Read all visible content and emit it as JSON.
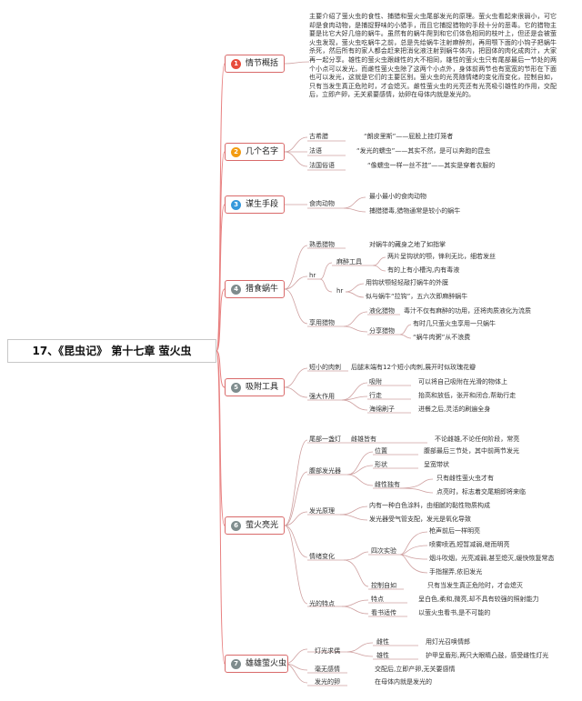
{
  "root": "17、《昆虫记》 第十七章 萤火虫",
  "topics": [
    {
      "num": "1",
      "color": "#e74c3c",
      "label": "情节概括"
    },
    {
      "num": "2",
      "color": "#f39c12",
      "label": "几个名字"
    },
    {
      "num": "3",
      "color": "#3498db",
      "label": "谋生手段"
    },
    {
      "num": "4",
      "color": "#7f8c8d",
      "label": "猎食蜗牛"
    },
    {
      "num": "5",
      "color": "#7f8c8d",
      "label": "吸附工具"
    },
    {
      "num": "6",
      "color": "#7f8c8d",
      "label": "萤火亮光"
    },
    {
      "num": "7",
      "color": "#7f8c8d",
      "label": "雄雄萤火虫"
    }
  ],
  "summary": "主要介绍了萤火虫的食性、捕猎和萤火虫尾部发光的原理。萤火虫看起来很弱小，可它却是食肉动物，是捕捉野味的小猎手，而且它捕捉猎物的手段十分的恶毒。它的猎物主要是比它大好几倍的蜗牛。虽然有的蜗牛爬到和它们体色相同的枝叶上，但还是会被萤火虫发现，萤火虫吃蜗牛之前，总是先给蜗牛注射麻醉剂，再用颚下面的小钩子把蜗牛杀死，然后所有的家人都会赶来把消化液注射到蜗牛体内，把固体的肉化成肉汁，大家再一起分享。雄性的萤火虫跟雌性的大不相同，雄性的萤火虫只有尾部最后一节处的两个小点可以发光，而雌性萤火虫除了这两个小点外，身体前两节也有宽宽的节形在下面也可以发光，这就是它们的主要区别。萤火虫的光亮随情绪的变化而变化，控制自如，只有当发生真正危险时，才会熄灭。雌性萤火虫的光亮还有光亮吸引雄性的作用，交配后，立即产卵，无关紧要感情，幼卵在母体内就是发光的。",
  "names": [
    {
      "k": "古希腊",
      "v": "“朗皮里斯”——屁股上挂灯笼者"
    },
    {
      "k": "法语",
      "v": "“发光的蠕虫”——其实不然，是可以奔跑的昆虫"
    },
    {
      "k": "法国俗语",
      "v": "“像蠕虫一样一丝不挂”——其实是穿着衣服的"
    }
  ],
  "living": {
    "k": "食肉动物",
    "items": [
      "最小最小的食肉动物",
      "捕猎猎毒,猎物通常是较小的蜗牛"
    ]
  },
  "hunting": {
    "prey_k": "熟悉猎物",
    "prey_v": "对蜗牛的藏身之地了如指掌",
    "hr": "hr",
    "hr2": "hr",
    "tool_k": "麻醉工具",
    "tool_items": [
      "两片呈钩状的颚，锋利无比，细若发丝",
      "有的上有小槽沟,内有毒液"
    ],
    "hr_items": [
      "用钩状颚轻轻敲打蜗牛的外膜",
      "似与蜗牛“拉钩”，五六次即麻醉蜗牛"
    ],
    "share_k": "享用猎物",
    "liquefy_k": "液化猎物",
    "liquefy_v": "毒汁不仅有麻醉的功用，还将肉质液化为流质",
    "divide_k": "分享猎物",
    "divide_items": [
      "有时几只萤火虫享用一只蜗牛",
      "“蜗牛肉粥”从不浪费"
    ]
  },
  "adhesion": {
    "short_k": "短小的肉刺",
    "short_v": "后腿末端有12个短小肉刺,展开时似玫瑰花瓣",
    "strong_k": "强大作用",
    "items": [
      {
        "k": "吸附",
        "v": "可以将自己吸附在光滑的物体上"
      },
      {
        "k": "行走",
        "v": "抬高和放低，张开和闭合,帮助行走"
      },
      {
        "k": "海绵刷子",
        "v": "进餐之后,灵活的刷遍全身"
      }
    ]
  },
  "glow": {
    "lamp_k": "尾部一盏灯",
    "lamp_sub": "雌雄皆有",
    "lamp_v": "不论雌雄,不论任何阶段，常亮",
    "organ_k": "腹部发光器",
    "organ_items": [
      {
        "k": "位置",
        "v": "腹部最后三节处，其中前两节发光"
      },
      {
        "k": "形状",
        "v": "呈宽带状"
      }
    ],
    "female_k": "雌性独有",
    "female_items": [
      "只有雌性萤火虫才有",
      "点亮时，标志着交尾期即将来临"
    ],
    "principle_k": "发光原理",
    "principle_items": [
      "内有一种白色涂料，由细腻的黏性物质构成",
      "发光器受气管支配，发光是氧化导致"
    ],
    "mood_k": "情绪变化",
    "exp_k": "四次实验",
    "exp_items": [
      "枪声前后一样明亮",
      "喷雾喷洒,短暂减弱,继而明亮",
      "烟斗吹烟，光亮减弱,甚至熄灭,缓快恢复常态",
      "手指摆弄,依旧发光"
    ],
    "control_k": "控制自如",
    "control_v": "只有当发生真正危险时，才会熄灭",
    "feature_k": "光的特点",
    "feature_items": [
      {
        "k": "特点",
        "v": "呈白色,柔和,微亮,却不具有较强的照射能力"
      },
      {
        "k": "看书适传",
        "v": "以萤火虫看书,是不可能的"
      }
    ]
  },
  "male": {
    "lure_k": "灯光求偶",
    "lure_items": [
      {
        "k": "雌性",
        "v": "用灯光召唤情郎"
      },
      {
        "k": "雄性",
        "v": "护甲呈盾形,两只大眼睛凸鼓，感受雌性灯光"
      }
    ],
    "nolove_k": "毫无感情",
    "nolove_v": "交配后,立即产卵,无关要感情",
    "egg_k": "发光的卵",
    "egg_v": "在母体内就是发光的"
  }
}
